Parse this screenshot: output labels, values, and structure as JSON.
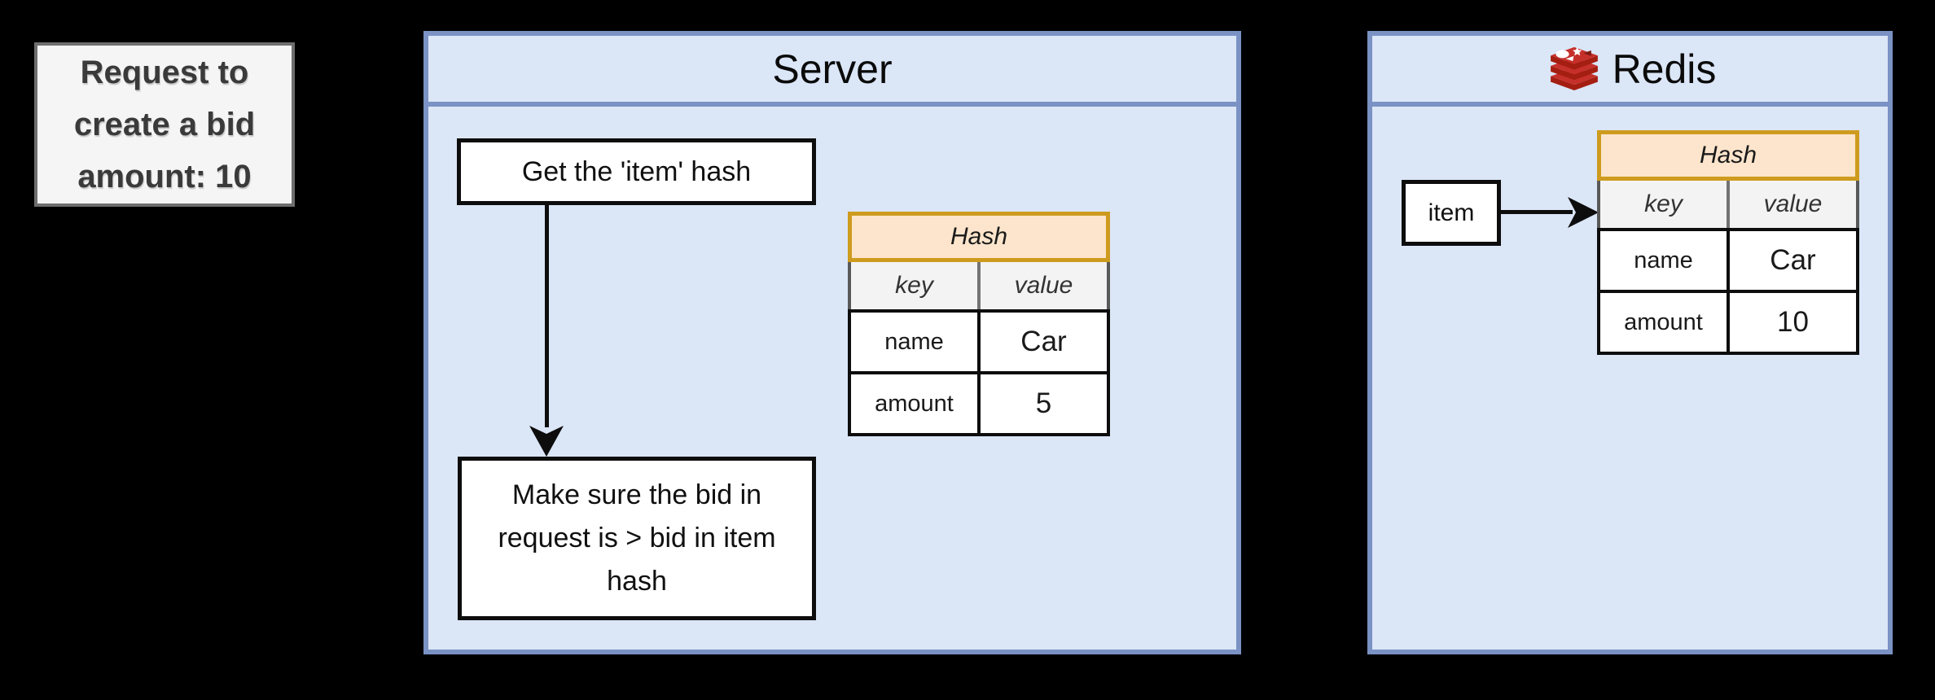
{
  "note": {
    "text": "Request to create a bid amount: 10",
    "lines": [
      "Request to",
      "create a bid",
      "amount: 10"
    ]
  },
  "server": {
    "title": "Server",
    "step_get_hash": "Get the 'item' hash",
    "step_validate_lines": [
      "Make sure the bid in",
      "request is > bid in item",
      "hash"
    ],
    "hash_table": {
      "title": "Hash",
      "columns": {
        "key": "key",
        "value": "value"
      },
      "rows": [
        {
          "key": "name",
          "value": "Car"
        },
        {
          "key": "amount",
          "value": "5"
        }
      ]
    }
  },
  "redis": {
    "title": "Redis",
    "logo_icon": "redis-logo",
    "key_box_label": "item",
    "hash_table": {
      "title": "Hash",
      "columns": {
        "key": "key",
        "value": "value"
      },
      "rows": [
        {
          "key": "name",
          "value": "Car"
        },
        {
          "key": "amount",
          "value": "10"
        }
      ]
    }
  },
  "colors": {
    "background": "#000000",
    "panel_fill": "#DBE6F7",
    "panel_border": "#7A92C4",
    "note_fill": "#F5F5F5",
    "note_border": "#6E6E6E",
    "hash_title_fill": "#FCE5CC",
    "hash_title_border": "#CE9B1E",
    "header_row_fill": "#F3F3F3",
    "header_row_border": "#595959",
    "box_fill": "#FFFFFF",
    "ink": "#0D0D0D",
    "redis_red": "#C6302B",
    "redis_dark_red": "#A41E11"
  }
}
